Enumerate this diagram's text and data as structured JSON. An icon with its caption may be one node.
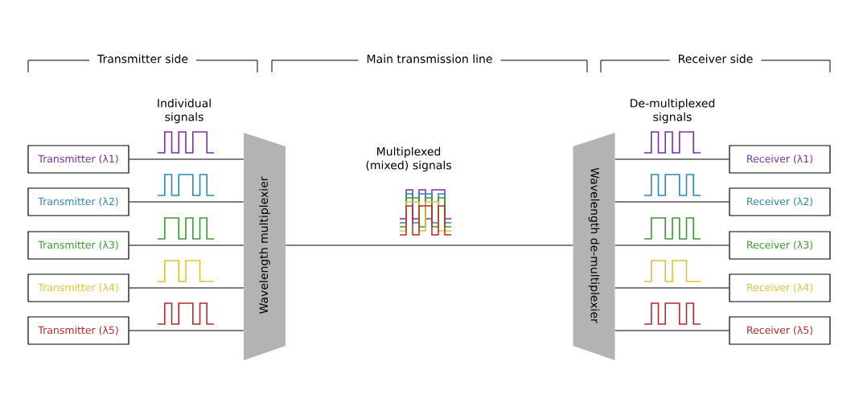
{
  "diagram": {
    "nodes": [
      {
        "text": [
          "Transmitter (λ1)"
        ]
      },
      {
        "text": [
          "Transmitter (λ2)"
        ]
      },
      {
        "text": [
          "Transmitter (λ3)"
        ]
      },
      {
        "text": [
          "Transmitter (λ4)"
        ]
      },
      {
        "text": [
          "Transmitter (λ5)"
        ]
      },
      {
        "text": [
          "Wavelength multiplexier"
        ]
      },
      {
        "text": [
          "Wavelength de-multiplexier"
        ]
      },
      {
        "text": [
          "Receiver (λ1)"
        ]
      },
      {
        "text": [
          "Receiver (λ2)"
        ]
      },
      {
        "text": [
          "Receiver (λ3)"
        ]
      },
      {
        "text": [
          "Receiver (λ4)"
        ]
      },
      {
        "text": [
          "Receiver (λ5)"
        ]
      }
    ],
    "edges": [
      {
        "from": 0,
        "to": 5,
        "arrow": "none"
      },
      {
        "from": 1,
        "to": 5,
        "arrow": "none"
      },
      {
        "from": 2,
        "to": 5,
        "arrow": "none"
      },
      {
        "from": 3,
        "to": 5,
        "arrow": "none"
      },
      {
        "from": 4,
        "to": 5,
        "arrow": "none"
      },
      {
        "from": 5,
        "to": 6,
        "arrow": "none"
      },
      {
        "from": 6,
        "to": 7,
        "arrow": "none"
      },
      {
        "from": 6,
        "to": 8,
        "arrow": "none"
      },
      {
        "from": 6,
        "to": 9,
        "arrow": "none"
      },
      {
        "from": 6,
        "to": 10,
        "arrow": "none"
      },
      {
        "from": 6,
        "to": 11,
        "arrow": "none"
      }
    ],
    "labels": [
      "Transmitter side",
      "Main transmission line",
      "Receiver side",
      "Individual signals",
      "Multiplexed (mixed) signals",
      "De-multiplexed signals"
    ]
  }
}
